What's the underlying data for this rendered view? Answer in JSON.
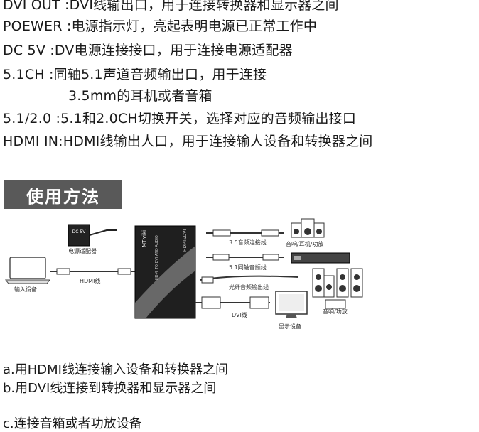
{
  "description_lines": {
    "dvi_out": "DVI OUT :DVI线输出口，用于连接转换器和显示器之间",
    "power": "POEWER  :电源指示灯，亮起表明电源已正常工作中",
    "dc5v": "DC 5V    :DV电源连接接口，用于连接电源适配器",
    "ch51": "5.1CH    :同轴5.1声道音频输出口，用于连接",
    "ch51_cont": "3.5mm的耳机或者音箱",
    "switch": "5.1/2.0 :5.1和2.0CH切换开关，选择对应的音频输出接口",
    "hdmi_in": "HDMI IN:HDMI线输出人口，用于连接输人设备和转换器之间"
  },
  "section_title": "使用方法",
  "diagram": {
    "power_adapter_label": "电源适配器",
    "dc_plate_text": "DC 5V",
    "input_device_label": "输入设备",
    "hdmi_cable_label": "HDMI线",
    "converter_brand": "MT-viki",
    "converter_port_label": "HDMI&DVI",
    "converter_model": "HDMI TO DVI AND AUDIO",
    "cable_35_label": "3.5音频连接线",
    "device_headphone_label": "音响/耳机/功放",
    "cable_51_label": "5.1同轴音频线",
    "fiber_label": "光纤音频输出线",
    "dvi_cable_label": "DVI线",
    "display_label": "显示设备",
    "speaker_label": "音响/功放"
  },
  "steps": {
    "a": "a.用HDMI线连接输入设备和转换器之间",
    "b": "b.用DVI线连接到转换器和显示器之间",
    "c": "c.连接音箱或者功放设备"
  }
}
